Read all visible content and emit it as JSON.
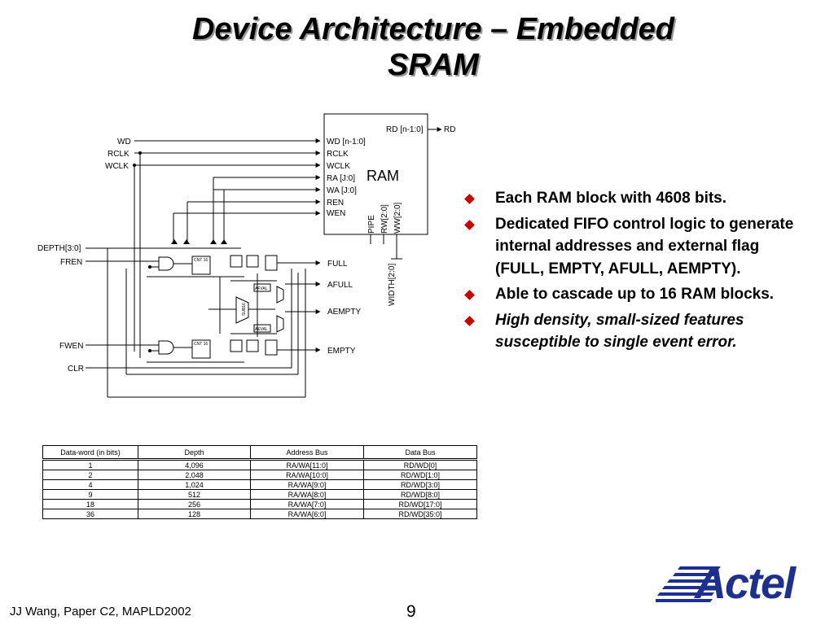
{
  "slide": {
    "title_line1": "Device Architecture – Embedded",
    "title_line2": "SRAM",
    "page_number": "9",
    "footer": "JJ Wang, Paper C2,  MAPLD2002"
  },
  "logo": {
    "text": "Actel",
    "color": "#1d2f8f"
  },
  "bullets": [
    {
      "text": "Each RAM block with 4608 bits.",
      "italic": false
    },
    {
      "text": "Dedicated FIFO control logic to generate internal addresses and external flag (FULL, EMPTY, AFULL, AEMPTY).",
      "italic": false
    },
    {
      "text": "Able to cascade up to 16 RAM blocks.",
      "italic": false
    },
    {
      "text": "High density, small-sized features susceptible to single event error.",
      "italic": true
    }
  ],
  "bullet_color": "#cc0000",
  "diagram": {
    "ram_label": "RAM",
    "ram_ports_left": [
      "WD [n-1:0]",
      "RCLK",
      "WCLK",
      "RA [J:0]",
      "WA [J:0]",
      "REN",
      "WEN"
    ],
    "ram_port_rd": "RD [n-1:0]",
    "ram_ports_bottom": [
      "PIPE",
      "RW[2:0]",
      "WW[2:0]"
    ],
    "width_label": "WIDTH[2:0]",
    "output_rd": "RD",
    "inputs": [
      "WD",
      "RCLK",
      "WCLK",
      "DEPTH[3:0]",
      "FREN",
      "FWEN",
      "CLR"
    ],
    "outputs": [
      "FULL",
      "AFULL",
      "AEMPTY",
      "EMPTY"
    ],
    "small_labels": [
      "CNT 16",
      "CNT 16",
      "AFVAL",
      "AEVAL",
      "SUB16"
    ]
  },
  "table": {
    "headers": [
      "Data-word (in bits)",
      "Depth",
      "Address Bus",
      "Data Bus"
    ],
    "rows": [
      [
        "1",
        "4,096",
        "RA/WA[11:0]",
        "RD/WD[0]"
      ],
      [
        "2",
        "2,048",
        "RA/WA[10:0]",
        "RD/WD[1:0]"
      ],
      [
        "4",
        "1,024",
        "RA/WA[9:0]",
        "RD/WD[3:0]"
      ],
      [
        "9",
        "512",
        "RA/WA[8:0]",
        "RD/WD[8:0]"
      ],
      [
        "18",
        "256",
        "RA/WA[7:0]",
        "RD/WD[17:0]"
      ],
      [
        "36",
        "128",
        "RA/WA[6:0]",
        "RD/WD[35:0]"
      ]
    ]
  }
}
